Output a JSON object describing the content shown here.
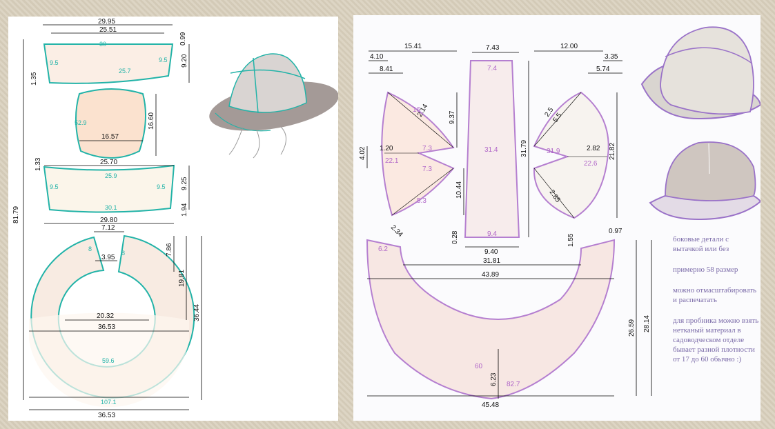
{
  "left_pattern": {
    "dims": {
      "top_width_outer": "29.95",
      "top_width_inner": "25.51",
      "band_height": "9.20",
      "band_offset_right": "0.99",
      "band_offset_left": "1.35",
      "band_top_label": "30",
      "band_side_label_left": "9.5",
      "band_side_label_right": "9.5",
      "band_bottom_label": "25.7",
      "crown_width": "16.57",
      "crown_height": "16.60",
      "crown_perimeter": "52.9",
      "band2_top_width": "25.70",
      "band2_top_label": "25.9",
      "band2_side_left": "9.5",
      "band2_side_right": "9.5",
      "band2_bottom_label": "30.1",
      "band2_height": "9.25",
      "band2_offset_left": "1.33",
      "band2_offset_right": "1.94",
      "band2_bottom_width": "29.80",
      "brim_gap": "7.12",
      "brim_slit_left": "8",
      "brim_slit_right": "8",
      "brim_inner_gap": "3.95",
      "brim_slit_height": "7.86",
      "brim_half_height": "19.81",
      "brim_total_height": "36.44",
      "brim_inner_width": "20.32",
      "brim_outer_width": "36.53",
      "brim_inner_label": "59.6",
      "brim_outer_label": "107.1",
      "bottom_width": "36.53",
      "total_height": "81.79"
    }
  },
  "right_pattern": {
    "dims": {
      "top_left_width": "15.41",
      "dart_offset1": "4.10",
      "dart_offset2": "8.41",
      "strip_width": "7.43",
      "side_width": "12.00",
      "side_offset1": "3.35",
      "side_offset2": "5.74",
      "left_piece_height": "9.37",
      "left_lbl_a": "16",
      "left_lbl_b": "2.14",
      "left_lbl_c": "7.3",
      "left_lbl_d": "7.3",
      "left_lbl_e": "22.1",
      "left_lbl_f": "1.20",
      "left_lbl_g": "4.02",
      "left_lbl_h": "5.3",
      "left_lbl_i": "2.34",
      "left_lbl_j": "10.44",
      "strip_top_label": "7.4",
      "strip_mid_label": "31.4",
      "strip_bottom_label": "9.4",
      "strip_height": "31.79",
      "strip_bottom_width": "9.40",
      "strip_offset": "0.28",
      "right_lbl_a": "2.5",
      "right_lbl_b": "5.5",
      "right_lbl_c": "31.9",
      "right_lbl_d": "2.82",
      "right_lbl_e": "22.6",
      "right_lbl_f": "2.85",
      "right_height": "21.82",
      "brim_left_label": "6.2",
      "brim_offset_right": "0.97",
      "brim_offset_right2": "1.55",
      "brim_inner_width": "31.81",
      "brim_outer_width": "43.89",
      "brim_inner_arc": "60",
      "brim_depth": "6.23",
      "brim_outer_arc": "82.7",
      "brim_total_width": "45.48",
      "brim_height1": "26.59",
      "brim_height2": "28.14"
    }
  },
  "notes": [
    "боковые детали с вытачкой или без",
    "примерно  58 размер",
    "можно отмасштабировать и распечатать",
    "для пробника можно взять нетканый материал в садоводческом отделе бывает разной плотности от 17 до 60 обычно  :)"
  ],
  "colors": {
    "teal": "#22b3a8",
    "purple": "#b57fd0",
    "fill_peach": "#fbeee5",
    "fill_pink": "#f3e6e4"
  }
}
